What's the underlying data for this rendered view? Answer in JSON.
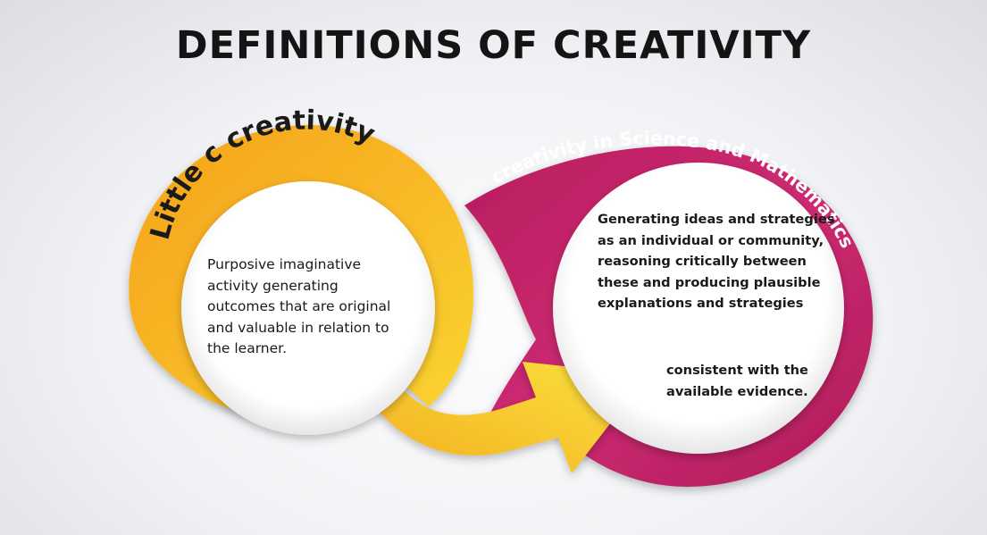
{
  "slide": {
    "title": "DEFINITIONS OF CREATIVITY"
  },
  "left_circle": {
    "label": "Little c creativity",
    "text": "Purposive imaginative activity generating outcomes that are original and valuable in relation to the learner.",
    "color": "#f7b21c"
  },
  "right_circle": {
    "label": "creativity in Science and Mathematics",
    "text_lines_top": "Generating ideas and strategies as an individual or community, reasoning critically between these and producing plausible explanations and strategies",
    "text_lines_bottom": "consistent with the available evidence.",
    "color": "#c32468"
  }
}
